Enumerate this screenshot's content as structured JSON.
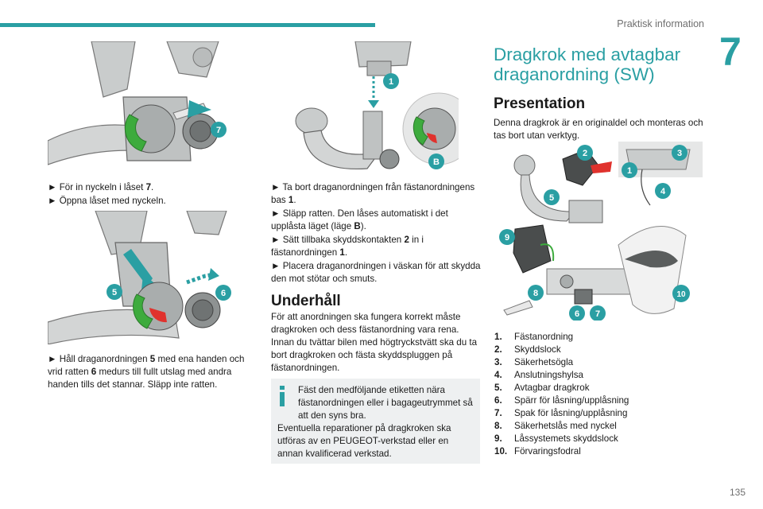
{
  "header": {
    "title": "Praktisk information",
    "chapter": "7",
    "page_number": "135"
  },
  "colors": {
    "accent": "#2a9fa3",
    "green": "#3dab3d",
    "red": "#e0322d",
    "metal": "#c9cccc",
    "info_bg": "#eef0f1"
  },
  "col1": {
    "fig1_labels": {
      "n7": "7"
    },
    "text1_line1_prefix": "► För in nyckeln i låset ",
    "text1_line1_bold": "7",
    "text1_line1_suffix": ".",
    "text1_line2": "► Öppna låset med nyckeln.",
    "fig2_labels": {
      "n5": "5",
      "n6": "6"
    },
    "text2_a": "► Håll draganordningen ",
    "text2_b": "5",
    "text2_c": " med ena handen och vrid ratten ",
    "text2_d": "6",
    "text2_e": " medurs till fullt utslag med andra handen tills det stannar. Släpp inte ratten."
  },
  "col2": {
    "fig_labels": {
      "n1": "1",
      "nB": "B"
    },
    "s1_a": "► Ta bort draganordningen från fästanordningens bas ",
    "s1_b": "1",
    "s1_c": ".",
    "s2_a": "► Släpp ratten. Den låses automatiskt i det upplåsta läget (läge ",
    "s2_b": "B",
    "s2_c": ").",
    "s3_a": "► Sätt tillbaka skyddskontakten ",
    "s3_b": "2",
    "s3_c": " in i fästanordningen ",
    "s3_d": "1",
    "s3_e": ".",
    "s4": "► Placera draganordningen i väskan för att skydda den mot stötar och smuts.",
    "heading": "Underhåll",
    "body": "För att anordningen ska fungera korrekt måste dragkroken och dess fästanordning vara rena. Innan du tvättar bilen med högtryckstvätt ska du ta bort dragkroken och fästa skyddspluggen på fästanordningen.",
    "info_line1": "Fäst den medföljande etiketten nära fästanordningen eller i bagageutrymmet så att den syns bra.",
    "info_line2": "Eventuella reparationer på dragkroken ska utföras av en PEUGEOT-verkstad eller en annan kvalificerad verkstad."
  },
  "col3": {
    "title": "Dragkrok med avtagbar draganordning (SW)",
    "heading": "Presentation",
    "intro": "Denna dragkrok är en originaldel och monteras och tas bort utan verktyg.",
    "fig_labels": [
      "1",
      "2",
      "3",
      "4",
      "5",
      "6",
      "7",
      "8",
      "9",
      "10"
    ],
    "parts": [
      {
        "n": "1.",
        "label": "Fästanordning"
      },
      {
        "n": "2.",
        "label": "Skyddslock"
      },
      {
        "n": "3.",
        "label": "Säkerhetsögla"
      },
      {
        "n": "4.",
        "label": "Anslutningshylsa"
      },
      {
        "n": "5.",
        "label": "Avtagbar dragkrok"
      },
      {
        "n": "6.",
        "label": "Spärr för låsning/upplåsning"
      },
      {
        "n": "7.",
        "label": "Spak för låsning/upplåsning"
      },
      {
        "n": "8.",
        "label": "Säkerhetslås med nyckel"
      },
      {
        "n": "9.",
        "label": "Låssystemets skyddslock"
      },
      {
        "n": "10.",
        "label": "Förvaringsfodral"
      }
    ]
  }
}
